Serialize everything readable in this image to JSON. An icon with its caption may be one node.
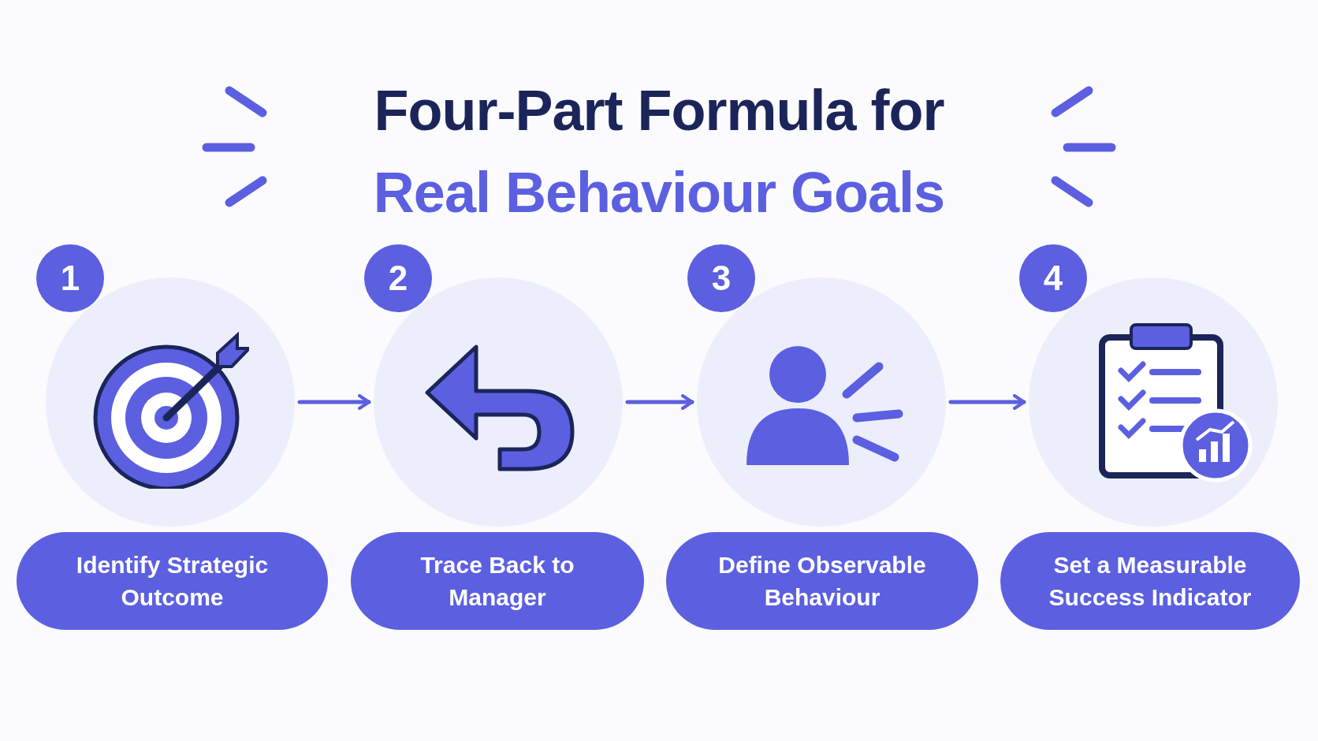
{
  "diagram": {
    "title": "Four-Part Formula for *Real Behaviour Goals*",
    "nodes": [
      {
        "text": [
          "1"
        ]
      },
      {
        "text": [
          "Identify Strategic Outcome"
        ]
      },
      {
        "text": [
          "2"
        ]
      },
      {
        "text": [
          "Trace Back to Manager"
        ]
      },
      {
        "text": [
          "3"
        ]
      },
      {
        "text": [
          "Define Observable Behaviour"
        ]
      },
      {
        "text": [
          "4"
        ]
      },
      {
        "text": [
          "Set a Measurable Success Indicator"
        ]
      }
    ],
    "edges": [
      {
        "from": 0,
        "to": 2,
        "arrow": "to"
      },
      {
        "from": 2,
        "to": 4,
        "arrow": "to"
      },
      {
        "from": 4,
        "to": 6,
        "arrow": "to"
      }
    ]
  }
}
